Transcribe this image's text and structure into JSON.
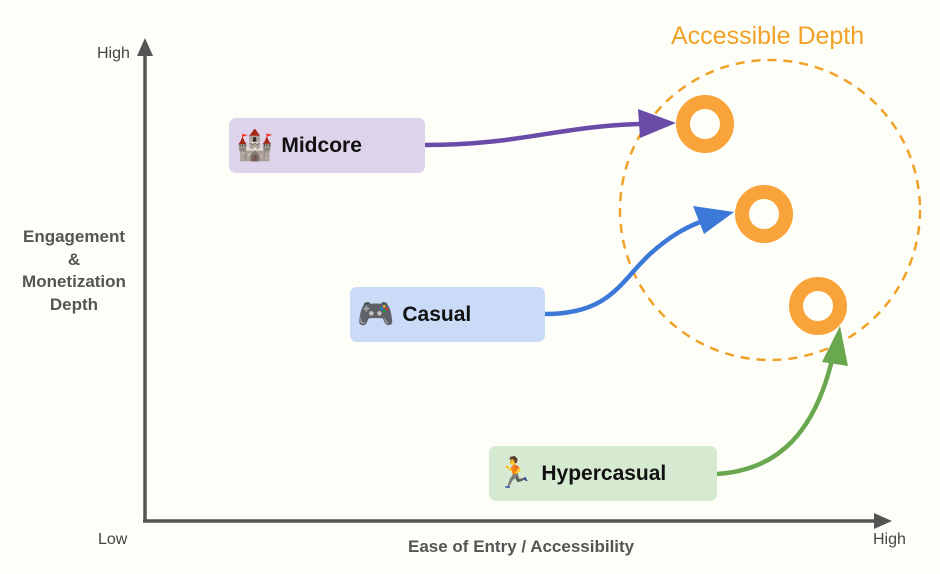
{
  "axes": {
    "y_high": "High",
    "y_low": "Low",
    "x_high": "High",
    "y_label_lines": [
      "Engagement",
      "&",
      "Monetization",
      "Depth"
    ],
    "x_label": "Ease of Entry / Accessibility"
  },
  "region": {
    "title": "Accessible Depth",
    "color": "#f0a228"
  },
  "genres": [
    {
      "label": "Midcore",
      "emoji": "🏰",
      "box_color": "#ddd3ea",
      "arrow_color": "#6a4ca8"
    },
    {
      "label": "Casual",
      "emoji": "🎮",
      "box_color": "#c9dbf7",
      "arrow_color": "#3b78d8"
    },
    {
      "label": "Hypercasual",
      "emoji": "🏃",
      "box_color": "#d6e9d1",
      "arrow_color": "#6aa84f"
    }
  ],
  "colors": {
    "axis": "#555555",
    "ring": "#f9a43a"
  }
}
